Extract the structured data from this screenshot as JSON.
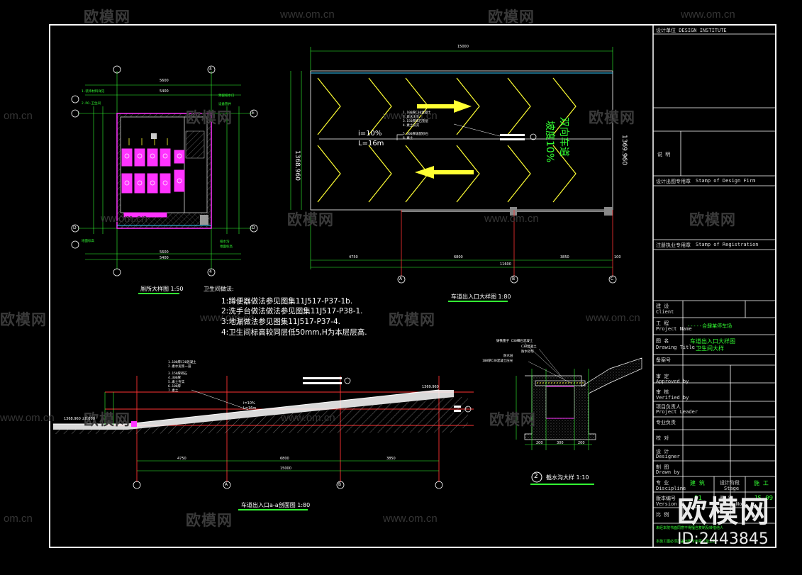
{
  "watermark": {
    "brand": "欧模网",
    "url": "www.om.cn",
    "url_short": "ww.om.cn",
    "url_edge": "om.cn",
    "id_label": "ID:2443845"
  },
  "title_block": {
    "design_institute": "设计单位 DESIGN INSTITUTE",
    "design_stamp": "Stamp of Design Firm",
    "design_stamp_cn": "设计出图专用章",
    "reg_stamp": "Stamp of Registration",
    "reg_stamp_cn": "注册执业专用章",
    "notes": "说 明",
    "client_cn": "建 设",
    "client_en": "Client",
    "project_cn": "工 程",
    "project_en": "Project Name",
    "project_val": "-----合肆某停车场",
    "drawing_cn": "图 名",
    "drawing_en": "Drawing Title",
    "drawing_val_1": "车道出入口大样图",
    "drawing_val_2": "卫生间大样",
    "drawing_no": "备案号",
    "approved_cn": "审 定",
    "approved_en": "Approved by",
    "verified_cn": "审 核",
    "verified_en": "Verified by",
    "pm_cn": "项目负责人",
    "pm_en": "Project Leader",
    "pro_cn": "专业负责",
    "checked_cn": "校 对",
    "designer_cn": "设 计",
    "designer_en": "Designer",
    "drawn_cn": "制 图",
    "drawn_en": "Drawn by",
    "discipline_cn": "专 业",
    "discipline_en": "Discipline",
    "discipline_val": "建 筑",
    "stage_cn": "设计阶段",
    "stage_en": "Stage",
    "stage_val": "施 工",
    "version_cn": "版本编号",
    "version_en": "Version",
    "version_val": "01",
    "dwgno_cn": "图 号",
    "dwgno_en": "Dwg.No",
    "dwgno_val": "JS-09",
    "scale_cn": "比 例",
    "foot_1": "未经本院书面同意不得擅自复制及转借他人",
    "foot_2": "本施工图必须加盖出图专用章才能生效"
  },
  "drawing": {
    "toilet_title": "厕所大样图 1:50",
    "ramp_plan_title": "车道出入口大样图 1:80",
    "section_title": "车道出入口a-a剖面图 1:80",
    "trench_title": "截水沟大样 1:10",
    "trench_num": "2",
    "notes_heading": "卫生间做法:",
    "notes": [
      "1:蹲便器做法参见图集11J517-P37-1b.",
      "2:洗手台做法做法参见图集11J517-P38-1.",
      "3:地漏做法参见图集11J517-P37-4.",
      "4:卫生间标高较同层低50mm,H为本层层高."
    ],
    "slope": "i=10%",
    "length": "L=16m",
    "slope_label_left": "1368.960",
    "slope_label_right": "1369.960",
    "ramp_vertical_text": "双向车道",
    "ramp_vertical_text2": "坡度10%",
    "dim_total": "15000",
    "dim_a": "4750",
    "dim_b": "6800",
    "dim_c": "3850",
    "dim_d": "11600",
    "dim_e": "100",
    "sec_dim_a": "4750",
    "sec_dim_b": "6800",
    "sec_dim_c": "3850",
    "sec_dim_total": "15000",
    "sec_elev_left": "1368.960 ±0.000",
    "sec_elev_right": "1369.960",
    "sec_len1": "L=16m",
    "sec_slope1": "i=10%",
    "axis_A": "A",
    "axis_B": "B",
    "axis_C": "C",
    "axis_D": "D",
    "axis_E": "E",
    "axis_4": "4",
    "toilet_dim_top": "5600",
    "toilet_dim_top2": "5400",
    "toilet_dim_bot": "5600",
    "toilet_dim_bot2": "5400",
    "trench_w1": "200",
    "trench_w2": "300",
    "trench_w3": "200"
  },
  "colors": {
    "bg": "#000000",
    "frame": "#ffffff",
    "green": "#33ff33",
    "red": "#ff3333",
    "yellow": "#ffff33",
    "magenta": "#ff33ff",
    "cyan": "#33ccff"
  }
}
